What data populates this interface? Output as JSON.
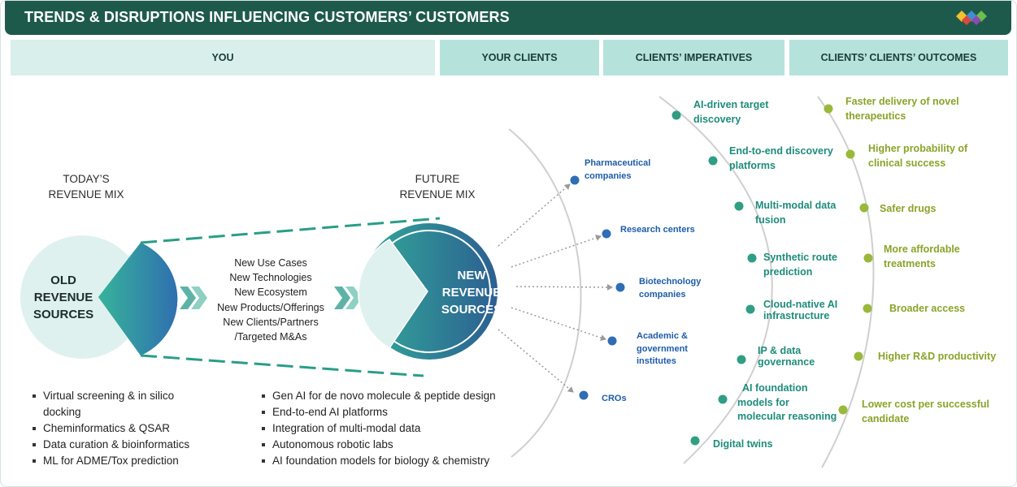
{
  "header": {
    "title": "TRENDS & DISRUPTIONS INFLUENCING CUSTOMERS’ CUSTOMERS",
    "logo": "diamond-logo-icon"
  },
  "columns": {
    "you": "YOU",
    "your_clients": "YOUR CLIENTS",
    "imperatives": "CLIENTS’ IMPERATIVES",
    "outcomes": "CLIENTS’ CLIENTS’ OUTCOMES"
  },
  "today": {
    "line1": "TODAY’S",
    "line2": "REVENUE MIX"
  },
  "future": {
    "line1": "FUTURE",
    "line2": "REVENUE MIX"
  },
  "old_sources": {
    "line1": "OLD",
    "line2": "REVENUE",
    "line3": "SOURCES"
  },
  "new_sources": {
    "line1": "NEW",
    "line2": "REVENUE",
    "line3": "SOURCES"
  },
  "drivers": [
    "New Use Cases",
    "New Technologies",
    "New Ecosystem",
    "New Products/Offerings",
    "New Clients/Partners",
    "/Targeted M&As"
  ],
  "old_items": [
    "Virtual screening & in silico",
    "docking",
    "Cheminformatics & QSAR",
    "Data curation & bioinformatics",
    "ML for ADME/Tox prediction"
  ],
  "new_items": [
    "Gen AI for de novo molecule & peptide design",
    "End-to-end AI platforms",
    "Integration of multi-modal data",
    "Autonomous robotic labs",
    "AI foundation models for biology & chemistry"
  ],
  "clients": [
    {
      "line1": "Pharmaceutical",
      "line2": "companies"
    },
    {
      "line1": "Research centers",
      "line2": ""
    },
    {
      "line1": "Biotechnology",
      "line2": "companies"
    },
    {
      "line1": "Academic &",
      "line2": "government",
      "line3": "institutes"
    },
    {
      "line1": "CROs",
      "line2": ""
    }
  ],
  "imperatives": [
    {
      "line1": "AI-driven target",
      "line2": "discovery"
    },
    {
      "line1": "End-to-end discovery",
      "line2": "platforms"
    },
    {
      "line1": "Multi-modal data",
      "line2": "fusion"
    },
    {
      "line1": "Synthetic route",
      "line2": "prediction"
    },
    {
      "line1": "Cloud-native AI",
      "line2": "infrastructure"
    },
    {
      "line1": "IP & data",
      "line2": "governance"
    },
    {
      "line1": "AI foundation",
      "line2": "models for",
      "line3": "molecular reasoning"
    },
    {
      "line1": "Digital twins",
      "line2": ""
    }
  ],
  "outcomes": [
    {
      "line1": "Faster delivery of novel",
      "line2": "therapeutics"
    },
    {
      "line1": "Higher probability of",
      "line2": "clinical success"
    },
    {
      "line1": "Safer drugs",
      "line2": ""
    },
    {
      "line1": "More affordable",
      "line2": "treatments"
    },
    {
      "line1": "Broader access",
      "line2": ""
    },
    {
      "line1": "Higher R&D productivity",
      "line2": ""
    },
    {
      "line1": "Lower cost per successful",
      "line2": "candidate"
    }
  ],
  "colors": {
    "brand": "#1e5a4c",
    "header_light": "#d8efec",
    "header_mid": "#b5e3dc",
    "client_text": "#1e5ca8",
    "client_dot": "#2f6db5",
    "imperative": "#1e8c7a",
    "outcome": "#8aa329",
    "outcome_dot": "#9ab83a",
    "teal": "#3aa898"
  }
}
